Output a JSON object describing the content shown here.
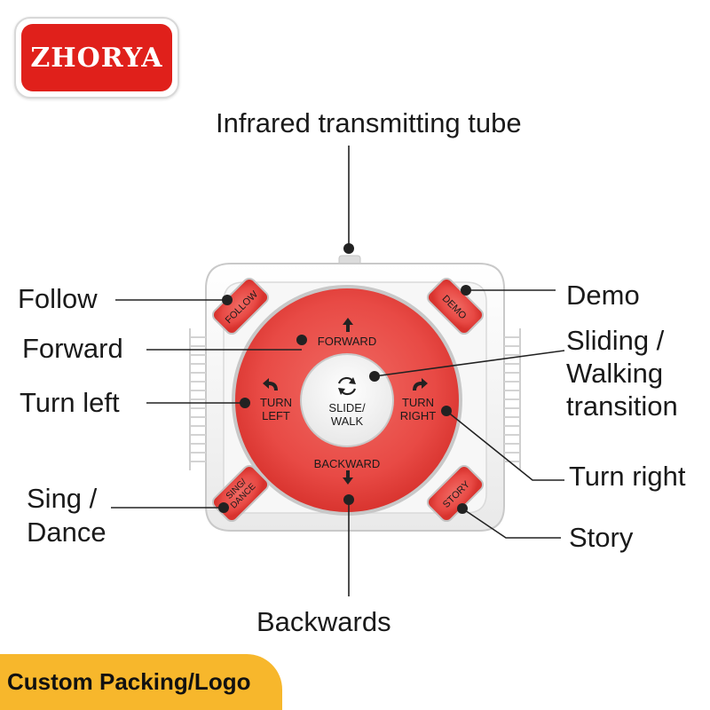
{
  "logo": {
    "text": "ZHORYA"
  },
  "callouts": {
    "infrared": "Infrared transmitting tube",
    "follow": "Follow",
    "forward": "Forward",
    "turn_left": "Turn left",
    "sing_dance_line1": "Sing /",
    "sing_dance_line2": "Dance",
    "demo": "Demo",
    "sliding_line1": "Sliding /",
    "sliding_line2": "Walking",
    "sliding_line3": "transition",
    "turn_right": "Turn right",
    "story": "Story",
    "backwards": "Backwards"
  },
  "buttons": {
    "follow": "FOLLOW",
    "demo": "DEMO",
    "sing_line1": "SING/",
    "sing_line2": "DANCE",
    "story": "STORY",
    "forward": "FORWARD",
    "backward": "BACKWARD",
    "turn_left_line1": "TURN",
    "turn_left_line2": "LEFT",
    "turn_right_line1": "TURN",
    "turn_right_line2": "RIGHT",
    "slide_line1": "SLIDE/",
    "slide_line2": "WALK"
  },
  "banner": {
    "text": "Custom Packing/Logo"
  },
  "colors": {
    "red": "#e0201b",
    "button_red": "#e84a45",
    "banner": "#f7b72c",
    "body": "#f3f3f3"
  }
}
